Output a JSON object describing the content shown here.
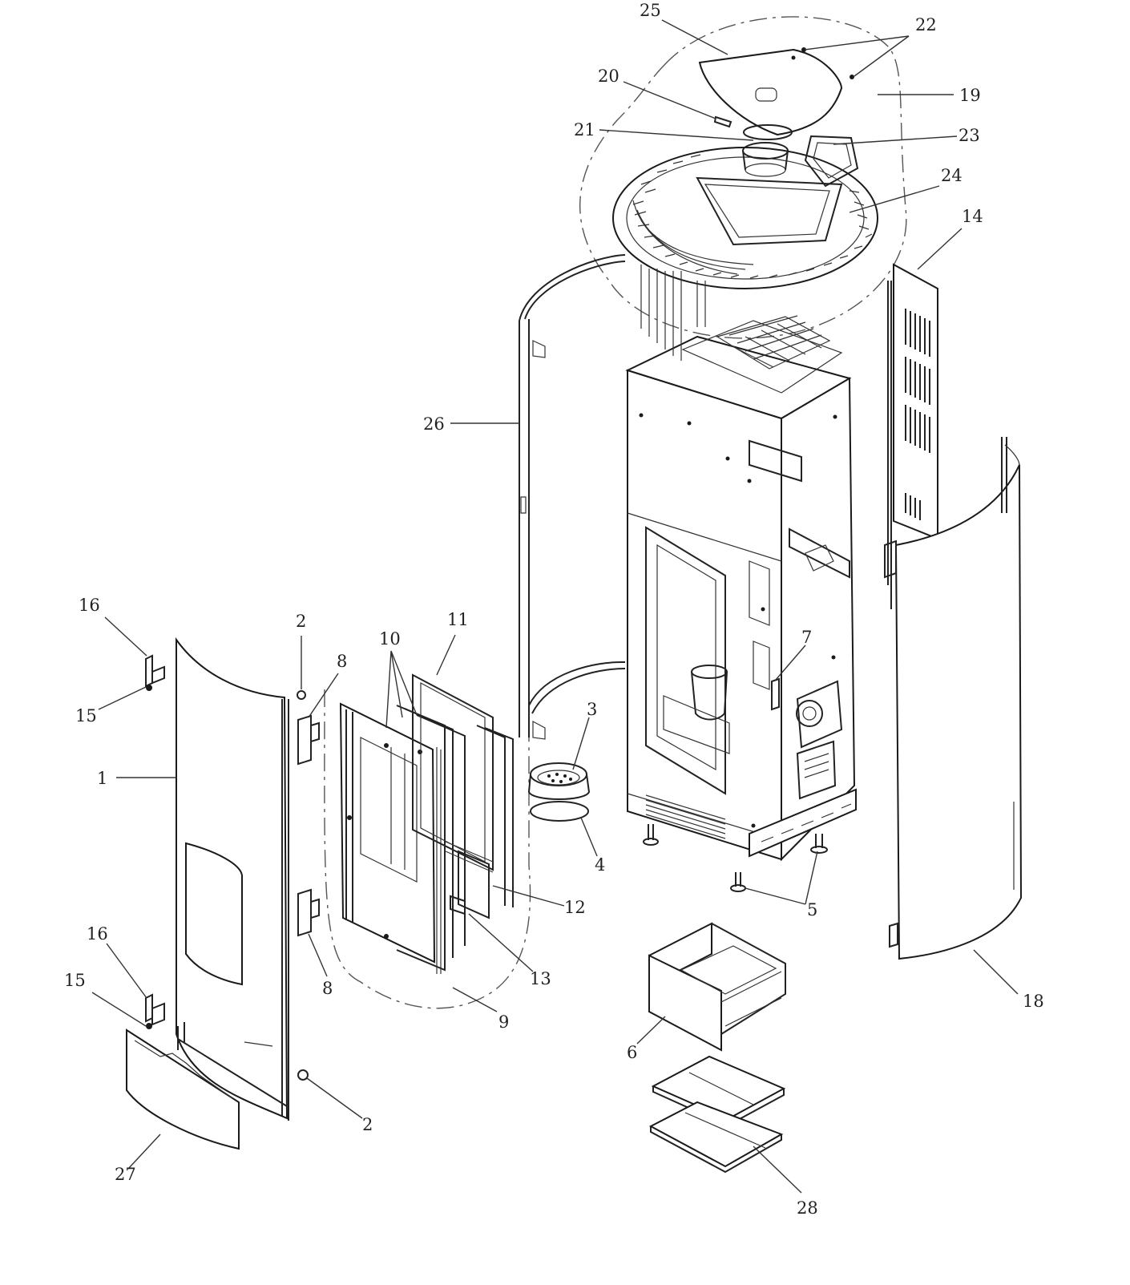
{
  "callouts": {
    "c1": "1",
    "c2a": "2",
    "c2b": "2",
    "c3": "3",
    "c4": "4",
    "c5": "5",
    "c6": "6",
    "c7": "7",
    "c8a": "8",
    "c8b": "8",
    "c9": "9",
    "c10": "10",
    "c11": "11",
    "c12": "12",
    "c13": "13",
    "c14": "14",
    "c15a": "15",
    "c15b": "15",
    "c16a": "16",
    "c16b": "16",
    "c18": "18",
    "c19": "19",
    "c20": "20",
    "c21": "21",
    "c22": "22",
    "c23": "23",
    "c24": "24",
    "c25": "25",
    "c26": "26",
    "c27": "27",
    "c28": "28"
  },
  "colors": {
    "line": "#222222",
    "background": "#ffffff"
  }
}
